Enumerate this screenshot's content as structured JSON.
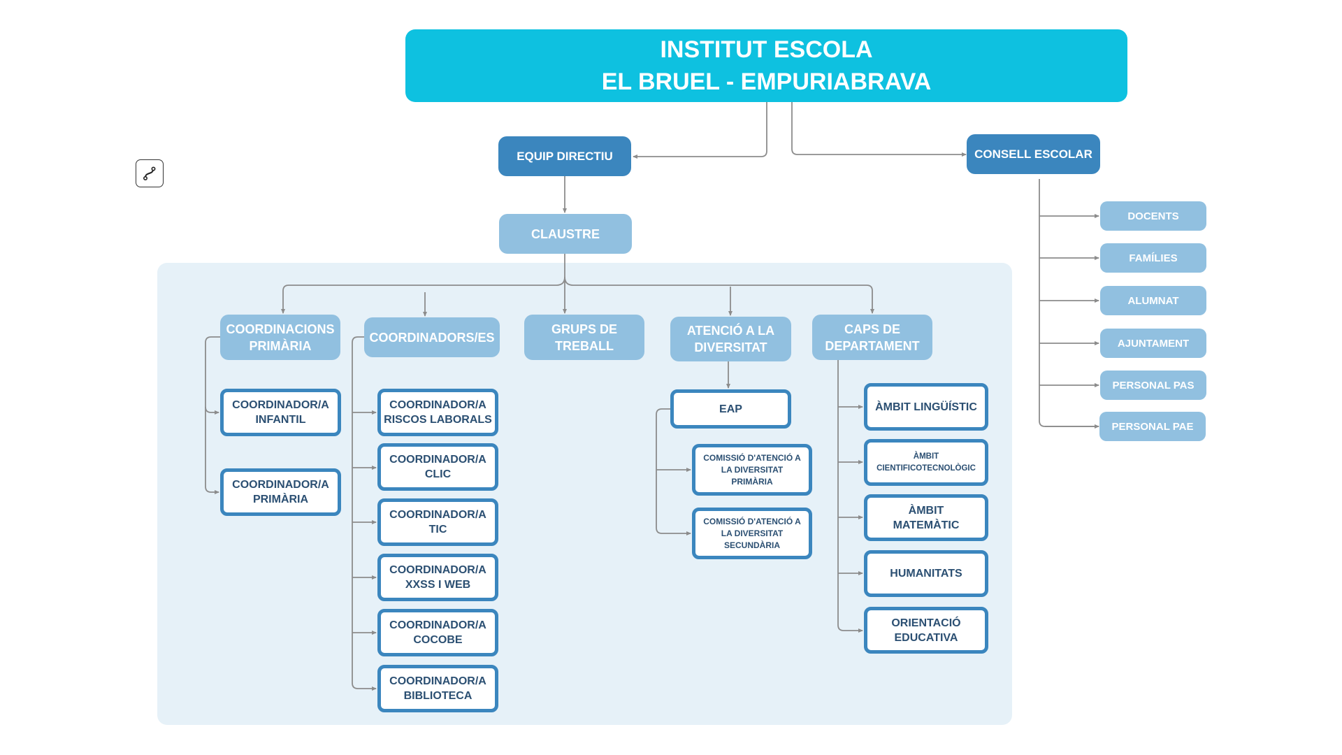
{
  "title": {
    "line1": "INSTITUT ESCOLA",
    "line2": "EL BRUEL - EMPURIABRAVA"
  },
  "toolbar": {
    "connector_icon": "connector-curve-icon"
  },
  "colors": {
    "title_bg": "#0ec1e0",
    "primary": "#3b86be",
    "secondary": "#91c0e0",
    "panel": "#e6f1f8",
    "text_dark": "#2b4f72",
    "line": "#8c8c8c"
  },
  "level1": {
    "equip_directiu": "EQUIP DIRECTIU",
    "consell_escolar": "CONSELL ESCOLAR"
  },
  "claustre": "CLAUSTRE",
  "consell_members": [
    "DOCENTS",
    "FAMÍLIES",
    "ALUMNAT",
    "AJUNTAMENT",
    "PERSONAL PAS",
    "PERSONAL PAE"
  ],
  "groups": {
    "coordinacions": {
      "label": [
        "COORDINACIONS",
        "PRIMÀRIA"
      ],
      "children": [
        [
          "COORDINADOR/A",
          "INFANTIL"
        ],
        [
          "COORDINADOR/A",
          "PRIMÀRIA"
        ]
      ]
    },
    "coordinadors": {
      "label": [
        "COORDINADORS/ES"
      ],
      "children": [
        [
          "COORDINADOR/A",
          "RISCOS LABORALS"
        ],
        [
          "COORDINADOR/A",
          "CLIC"
        ],
        [
          "COORDINADOR/A",
          "TIC"
        ],
        [
          "COORDINADOR/A",
          "XXSS I WEB"
        ],
        [
          "COORDINADOR/A",
          "COCOBE"
        ],
        [
          "COORDINADOR/A",
          "BIBLIOTECA"
        ]
      ]
    },
    "grups": {
      "label": [
        "GRUPS DE",
        "TREBALL"
      ]
    },
    "atencio": {
      "label": [
        "ATENCIÓ A LA",
        "DIVERSITAT"
      ],
      "eap": "EAP",
      "children": [
        [
          "COMISSIÓ D'ATENCIÓ A",
          "LA DIVERSITAT",
          "PRIMÀRIA"
        ],
        [
          "COMISSIÓ D'ATENCIÓ A",
          "LA DIVERSITAT",
          "SECUNDÀRIA"
        ]
      ]
    },
    "caps": {
      "label": [
        "CAPS DE",
        "DEPARTAMENT"
      ],
      "children": [
        [
          "ÀMBIT LINGÜÍSTIC"
        ],
        [
          "ÀMBIT",
          "CIENTIFICOTECNOLÒGIC"
        ],
        [
          "ÀMBIT",
          "MATEMÀTIC"
        ],
        [
          "HUMANITATS"
        ],
        [
          "ORIENTACIÓ",
          "EDUCATIVA"
        ]
      ]
    }
  }
}
